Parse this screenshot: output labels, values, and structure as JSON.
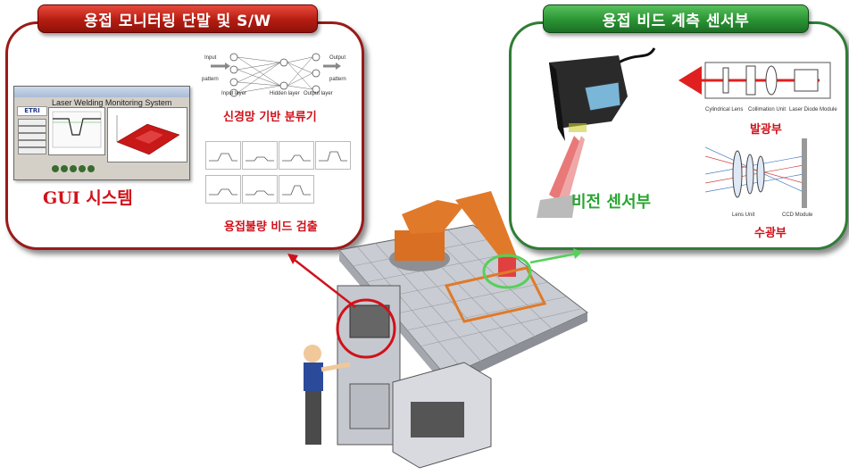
{
  "left_panel": {
    "banner": "용접 모니터링 단말 및 S/W",
    "gui_label": "GUI 시스템",
    "nn_label": "신경망 기반 분류기",
    "defect_label": "용접불량 비드 검출",
    "gui_window_title": "Laser Welding Monitoring System",
    "gui_logo": "ETRI",
    "nn_texts": {
      "input": "Input",
      "output": "Output",
      "patterns_in": "pattern",
      "patterns_out": "pattern",
      "input_layer": "Input layer",
      "hidden_layer": "Hidden layer",
      "output_layer": "Output layer"
    }
  },
  "right_panel": {
    "banner": "용접 비드 계측 센서부",
    "vision_label": "비전 센서부",
    "emit_label": "발광부",
    "receive_label": "수광부",
    "emitter_texts": {
      "collim_lens": "Cylindrical Lens",
      "collimation": "Collimation Unit",
      "laser_module": "Laser Diode Module"
    },
    "receiver_texts": {
      "lens_unit": "Lens Unit",
      "ccd": "CCD Module"
    }
  },
  "colors": {
    "red_frame": "#9a1a1a",
    "green_frame": "#2f7d35",
    "red_text": "#d0111a",
    "green_text": "#2aa533",
    "robot_orange": "#e07a2a"
  }
}
